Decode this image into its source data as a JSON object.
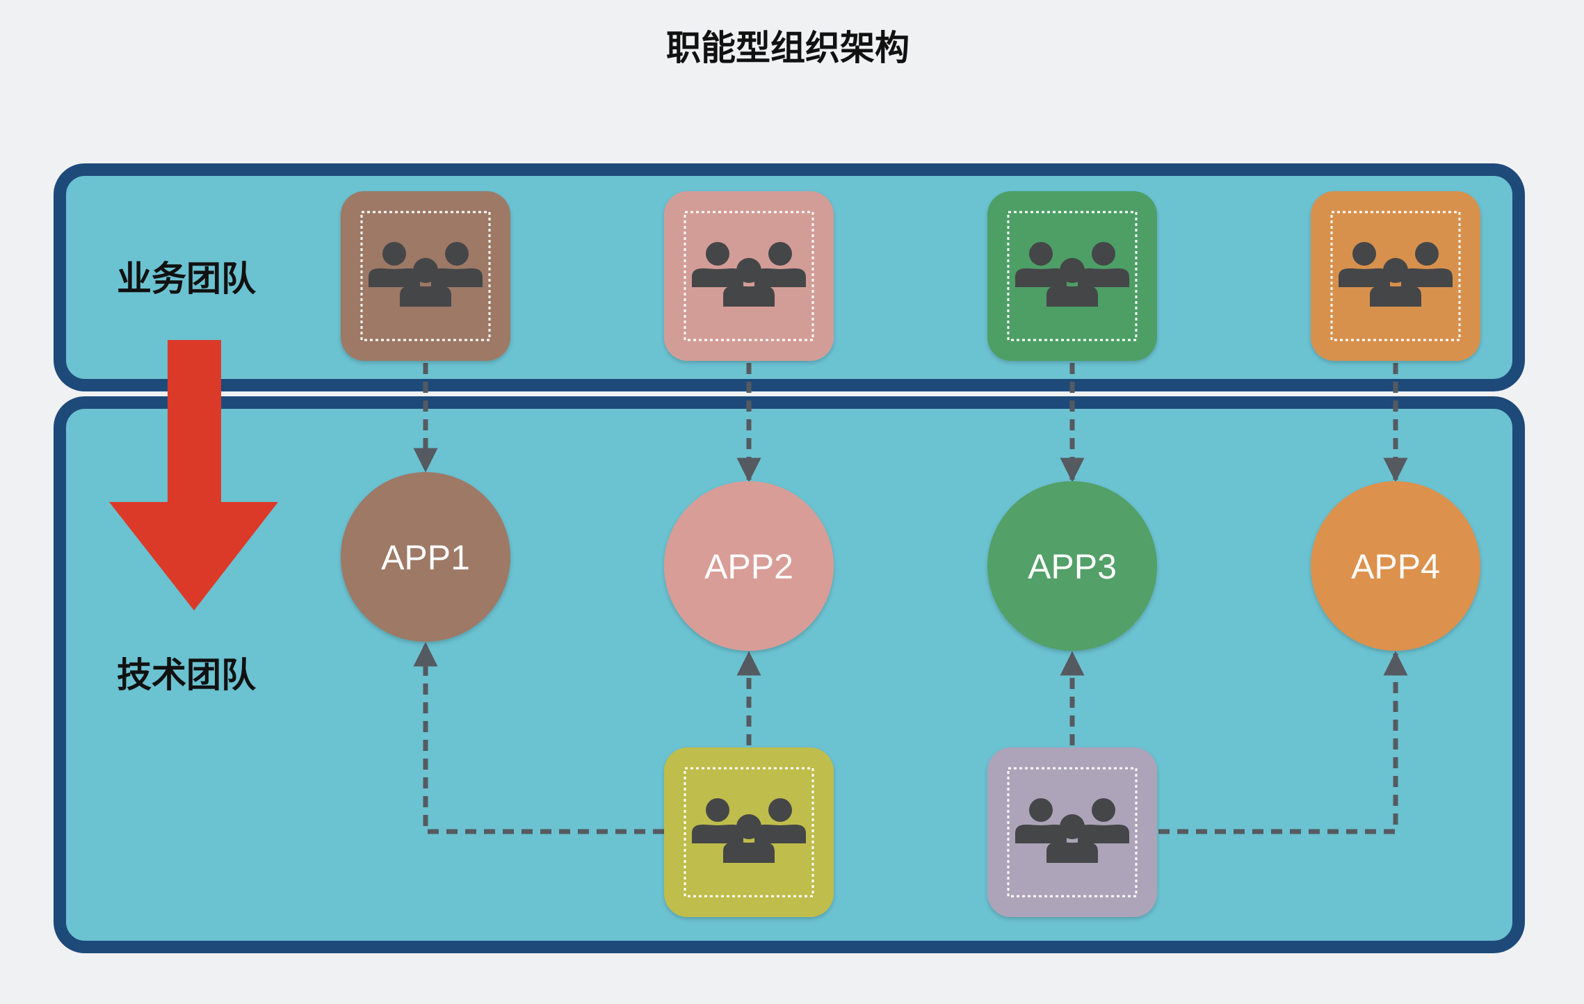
{
  "title": "职能型组织架构",
  "colors": {
    "background": "#f0f1f3",
    "panel_fill": "#6bc2d1",
    "panel_border": "#1e4a7a",
    "connector": "#555a60",
    "flow_arrow": "#db3a29",
    "people_icon": "#454648",
    "app_text": "#ffffff"
  },
  "sections": {
    "business": {
      "label": "业务团队"
    },
    "tech": {
      "label": "技术团队"
    }
  },
  "business_teams": [
    {
      "icon": "people-group-icon",
      "color": "#9d7966"
    },
    {
      "icon": "people-group-icon",
      "color": "#d39d97"
    },
    {
      "icon": "people-group-icon",
      "color": "#4e9f66"
    },
    {
      "icon": "people-group-icon",
      "color": "#d7914e"
    }
  ],
  "apps": [
    {
      "label": "APP1",
      "color": "#9d7966"
    },
    {
      "label": "APP2",
      "color": "#d89d97"
    },
    {
      "label": "APP3",
      "color": "#52a068"
    },
    {
      "label": "APP4",
      "color": "#dc914e"
    }
  ],
  "tech_teams": [
    {
      "icon": "people-group-icon",
      "color": "#bfbd4c"
    },
    {
      "icon": "people-group-icon",
      "color": "#ada4b9"
    }
  ]
}
